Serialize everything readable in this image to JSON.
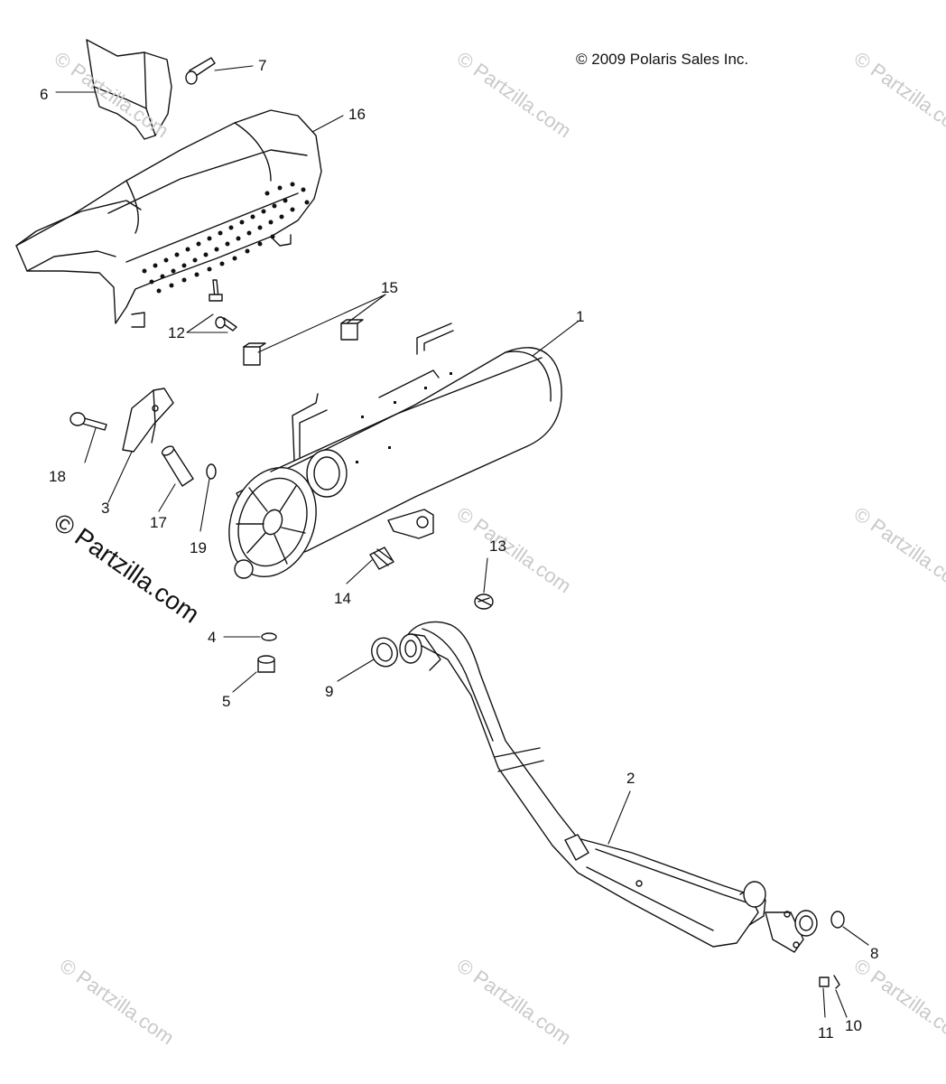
{
  "copyright": "© 2009 Polaris Sales Inc.",
  "watermark_main": "© Partzilla.com",
  "watermark_faint": "© Partzilla.com",
  "callouts": [
    {
      "id": "1",
      "label": "1"
    },
    {
      "id": "2",
      "label": "2"
    },
    {
      "id": "3",
      "label": "3"
    },
    {
      "id": "4",
      "label": "4"
    },
    {
      "id": "5",
      "label": "5"
    },
    {
      "id": "6",
      "label": "6"
    },
    {
      "id": "7",
      "label": "7"
    },
    {
      "id": "8",
      "label": "8"
    },
    {
      "id": "9",
      "label": "9"
    },
    {
      "id": "10",
      "label": "10"
    },
    {
      "id": "11",
      "label": "11"
    },
    {
      "id": "12",
      "label": "12"
    },
    {
      "id": "13",
      "label": "13"
    },
    {
      "id": "14",
      "label": "14"
    },
    {
      "id": "15",
      "label": "15"
    },
    {
      "id": "16",
      "label": "16"
    },
    {
      "id": "17",
      "label": "17"
    },
    {
      "id": "18",
      "label": "18"
    },
    {
      "id": "19",
      "label": "19"
    }
  ]
}
